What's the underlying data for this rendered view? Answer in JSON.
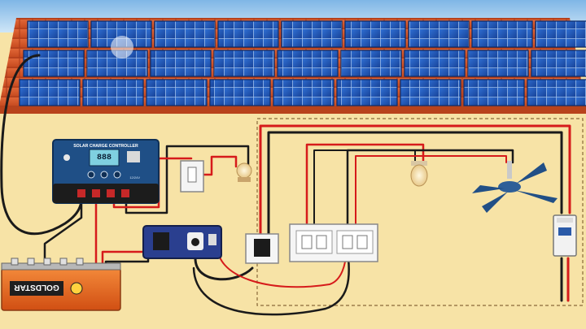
{
  "controller": {
    "title": "SOLAR CHARGE CONTROLLER",
    "display": "888",
    "corner_label": "12/24V"
  },
  "battery": {
    "brand": "GOLDSTAR"
  },
  "colors": {
    "wall": "#f7e3a6",
    "sky": "#8fc3ea",
    "roof_tile": "#d8572a",
    "panel_blue": "#1f56b8",
    "controller_blue": "#1f4f86",
    "inverter_blue": "#2a3f8f",
    "battery_orange": "#e9661f",
    "wire_red": "#d61b1b",
    "wire_black": "#1a1a1a",
    "fan_blue": "#214f86"
  },
  "icons": [
    "sun-icon",
    "battery-icon",
    "bulb-icon",
    "load-icon",
    "fan-icon",
    "socket-icon",
    "switch-icon",
    "mcb-icon",
    "plug-icon"
  ]
}
